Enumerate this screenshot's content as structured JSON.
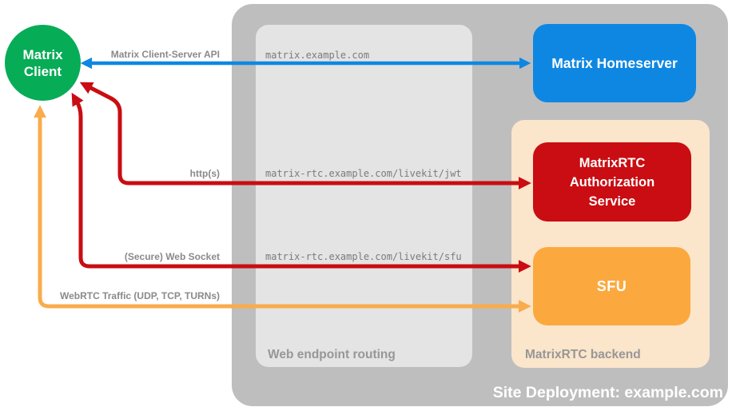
{
  "colors": {
    "green": "#07AC56",
    "blue": "#0E87E2",
    "red": "#C90D12",
    "orange": "#FBA93F",
    "orange_arrow": "#F9AC4C",
    "peach": "#FBE5CB",
    "gray_outer": "#BEBEBE",
    "gray_inner": "#E4E4E4",
    "label_gray": "#8A8A8A",
    "heading_gray": "#979797",
    "mono_gray": "#7B7B7B"
  },
  "containers": {
    "site": {
      "label": "Site Deployment: example.com"
    },
    "routing": {
      "label": "Web endpoint routing"
    },
    "backend": {
      "label": "MatrixRTC backend"
    }
  },
  "nodes": {
    "client": {
      "label": "Matrix Client"
    },
    "homeserver": {
      "label": "Matrix Homeserver"
    },
    "auth": {
      "label": "MatrixRTC Authorization Service"
    },
    "sfu": {
      "label": "SFU"
    }
  },
  "arrows": {
    "cs_api": {
      "label": "Matrix Client-Server API",
      "from": "Matrix Client",
      "to": "Matrix Homeserver"
    },
    "http": {
      "label": "http(s)",
      "from": "Matrix Client",
      "to": "MatrixRTC Authorization Service"
    },
    "websocket": {
      "label": "(Secure) Web Socket",
      "from": "Matrix Client",
      "to": "SFU"
    },
    "webrtc": {
      "label": "WebRTC Traffic (UDP, TCP, TURNs)",
      "from": "Matrix Client",
      "to": "SFU"
    }
  },
  "endpoints": {
    "homeserver": "matrix.example.com",
    "jwt": "matrix-rtc.example.com/livekit/jwt",
    "sfu": "matrix-rtc.example.com/livekit/sfu"
  }
}
